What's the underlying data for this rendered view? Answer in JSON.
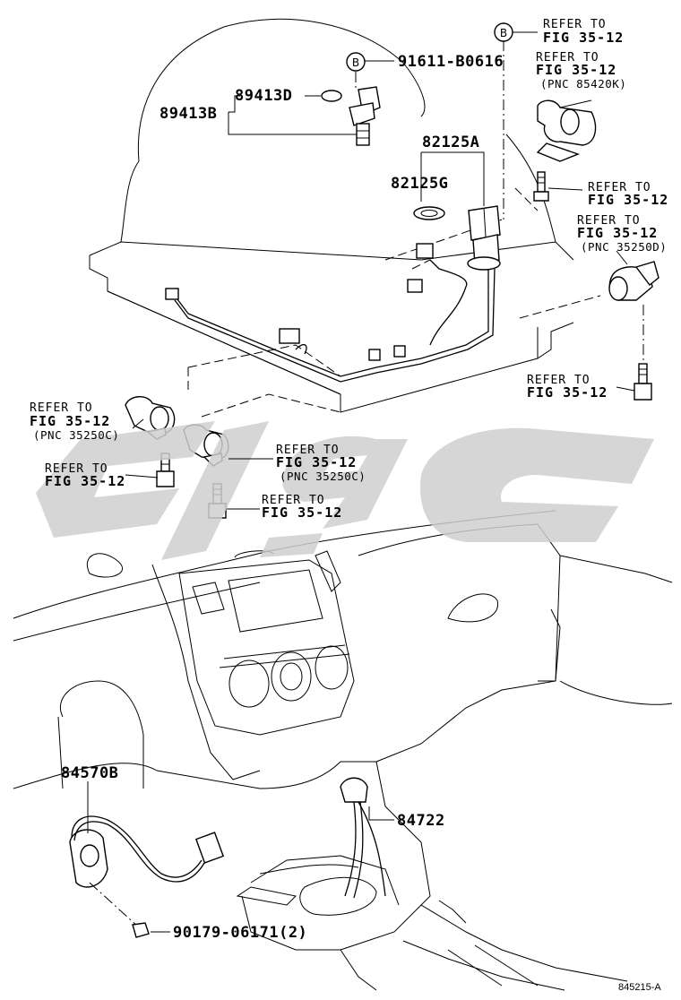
{
  "labels": {
    "p89413D": "89413D",
    "p89413B": "89413B",
    "p91611": "91611-B0616",
    "p82125A": "82125A",
    "p82125G": "82125G",
    "p84570B": "84570B",
    "p84722": "84722",
    "p90179": "90179-06171(2)",
    "ref_to": "REFER TO",
    "fig_3512": "FIG 35-12",
    "pnc_85420K": "(PNC 85420K)",
    "pnc_35250D": "(PNC 35250D)",
    "pnc_35250C": "(PNC 35250C)",
    "circle_b": "B",
    "diagram_id": "845215-A"
  },
  "icons": [
    "b-circle-icon",
    "bolt-icon",
    "sensor-icon",
    "connector-icon"
  ],
  "watermark_color": "#cfcfcf"
}
